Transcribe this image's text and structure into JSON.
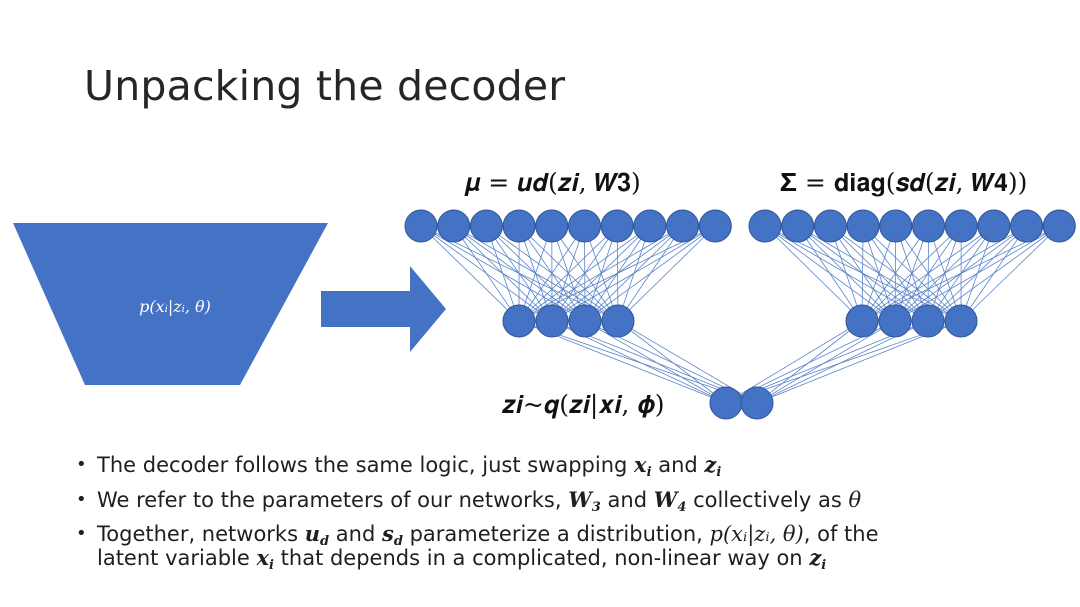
{
  "slide": {
    "title": "Unpacking the decoder"
  },
  "diagram": {
    "trapezoid_label": "p(xᵢ|zᵢ, θ)",
    "mu_formula": "𝝁 = 𝒖𝒅(𝒛𝒊, 𝑾𝟑)",
    "sigma_formula": "𝚺 = 𝐝𝐢𝐚𝐠(𝒔𝒅(𝒛𝒊, 𝑾𝟒))",
    "latent_formula": "𝒛𝒊~𝒒(𝒛𝒊|𝒙𝒊, 𝝓)",
    "shape_color": "#4472C4",
    "edge_color": "#5B84C8"
  },
  "bullets": {
    "b1": {
      "text": "The decoder follows the same logic, just swapping",
      "var1": "x",
      "sub1": "i",
      "mid": "and",
      "var2": "z",
      "sub2": "i"
    },
    "b2": {
      "text": "We refer to the parameters of our networks,",
      "var1": "W",
      "sub1": "3",
      "mid": "and",
      "var2": "W",
      "sub2": "4",
      "tail": "collectively as",
      "theta": "θ"
    },
    "b3": {
      "line1": "Together, networks",
      "var1": "u",
      "sub1": "d",
      "mid1": "and",
      "var2": "s",
      "sub2": "d",
      "mid2": "parameterize a distribution,",
      "dist": "p(xᵢ|zᵢ, θ)",
      "tail1": ", of the",
      "line2": "latent variable",
      "var3": "x",
      "sub3": "i",
      "tail2": "that depends in a complicated, non-linear way on",
      "var4": "z",
      "sub4": "i"
    }
  }
}
